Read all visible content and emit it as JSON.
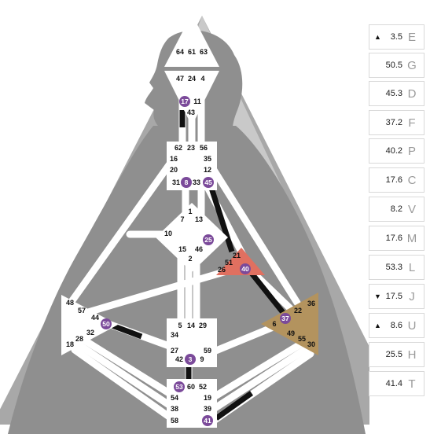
{
  "colors": {
    "background": "#ffffff",
    "silhouette": "#8f8f8f",
    "triangle_shade": "#b5b5b5",
    "triangle_light": "#d0d0d0",
    "center_fill": "#ffffff",
    "channel_white": "#ffffff",
    "channel_black": "#111111",
    "active_gate": "#7b4a9a",
    "emotional_center": "#e07060",
    "root_sacral_accent": "#b3935e",
    "panel_border": "#d9d9d9",
    "letter_gray": "#9a9a9a"
  },
  "centers": {
    "head": {
      "gates": [
        "64",
        "61",
        "63"
      ]
    },
    "ajna": {
      "gates": [
        "47",
        "24",
        "4",
        "17",
        "11",
        "43"
      ]
    },
    "throat": {
      "gates": [
        "62",
        "23",
        "56",
        "16",
        "35",
        "20",
        "12",
        "31",
        "8",
        "33",
        "45"
      ]
    },
    "g_center": {
      "gates": [
        "1",
        "7",
        "13",
        "10",
        "25",
        "15",
        "46",
        "2"
      ]
    },
    "heart": {
      "gates": [
        "21",
        "51",
        "26",
        "40"
      ]
    },
    "spleen": {
      "gates": [
        "48",
        "57",
        "44",
        "50",
        "32",
        "28",
        "18"
      ]
    },
    "solar_plexus": {
      "gates": [
        "36",
        "22",
        "37",
        "6",
        "49",
        "55",
        "30"
      ]
    },
    "sacral": {
      "gates": [
        "5",
        "14",
        "29",
        "34",
        "27",
        "59",
        "42",
        "3",
        "9"
      ]
    },
    "root": {
      "gates": [
        "53",
        "60",
        "52",
        "54",
        "19",
        "38",
        "39",
        "58",
        "41"
      ]
    }
  },
  "active_gates": [
    "17",
    "8",
    "45",
    "25",
    "40",
    "37",
    "50",
    "3",
    "53",
    "41"
  ],
  "side_panel": [
    {
      "arrow": "▲",
      "value": "3.5",
      "letter": "E"
    },
    {
      "arrow": "",
      "value": "50.5",
      "letter": "G"
    },
    {
      "arrow": "",
      "value": "45.3",
      "letter": "D"
    },
    {
      "arrow": "",
      "value": "37.2",
      "letter": "F"
    },
    {
      "arrow": "",
      "value": "40.2",
      "letter": "P"
    },
    {
      "arrow": "",
      "value": "17.6",
      "letter": "C"
    },
    {
      "arrow": "",
      "value": "8.2",
      "letter": "V"
    },
    {
      "arrow": "",
      "value": "17.6",
      "letter": "M"
    },
    {
      "arrow": "",
      "value": "53.3",
      "letter": "L"
    },
    {
      "arrow": "▼",
      "value": "17.5",
      "letter": "J"
    },
    {
      "arrow": "▲",
      "value": "8.6",
      "letter": "U"
    },
    {
      "arrow": "",
      "value": "25.5",
      "letter": "H"
    },
    {
      "arrow": "",
      "value": "41.4",
      "letter": "T"
    }
  ]
}
